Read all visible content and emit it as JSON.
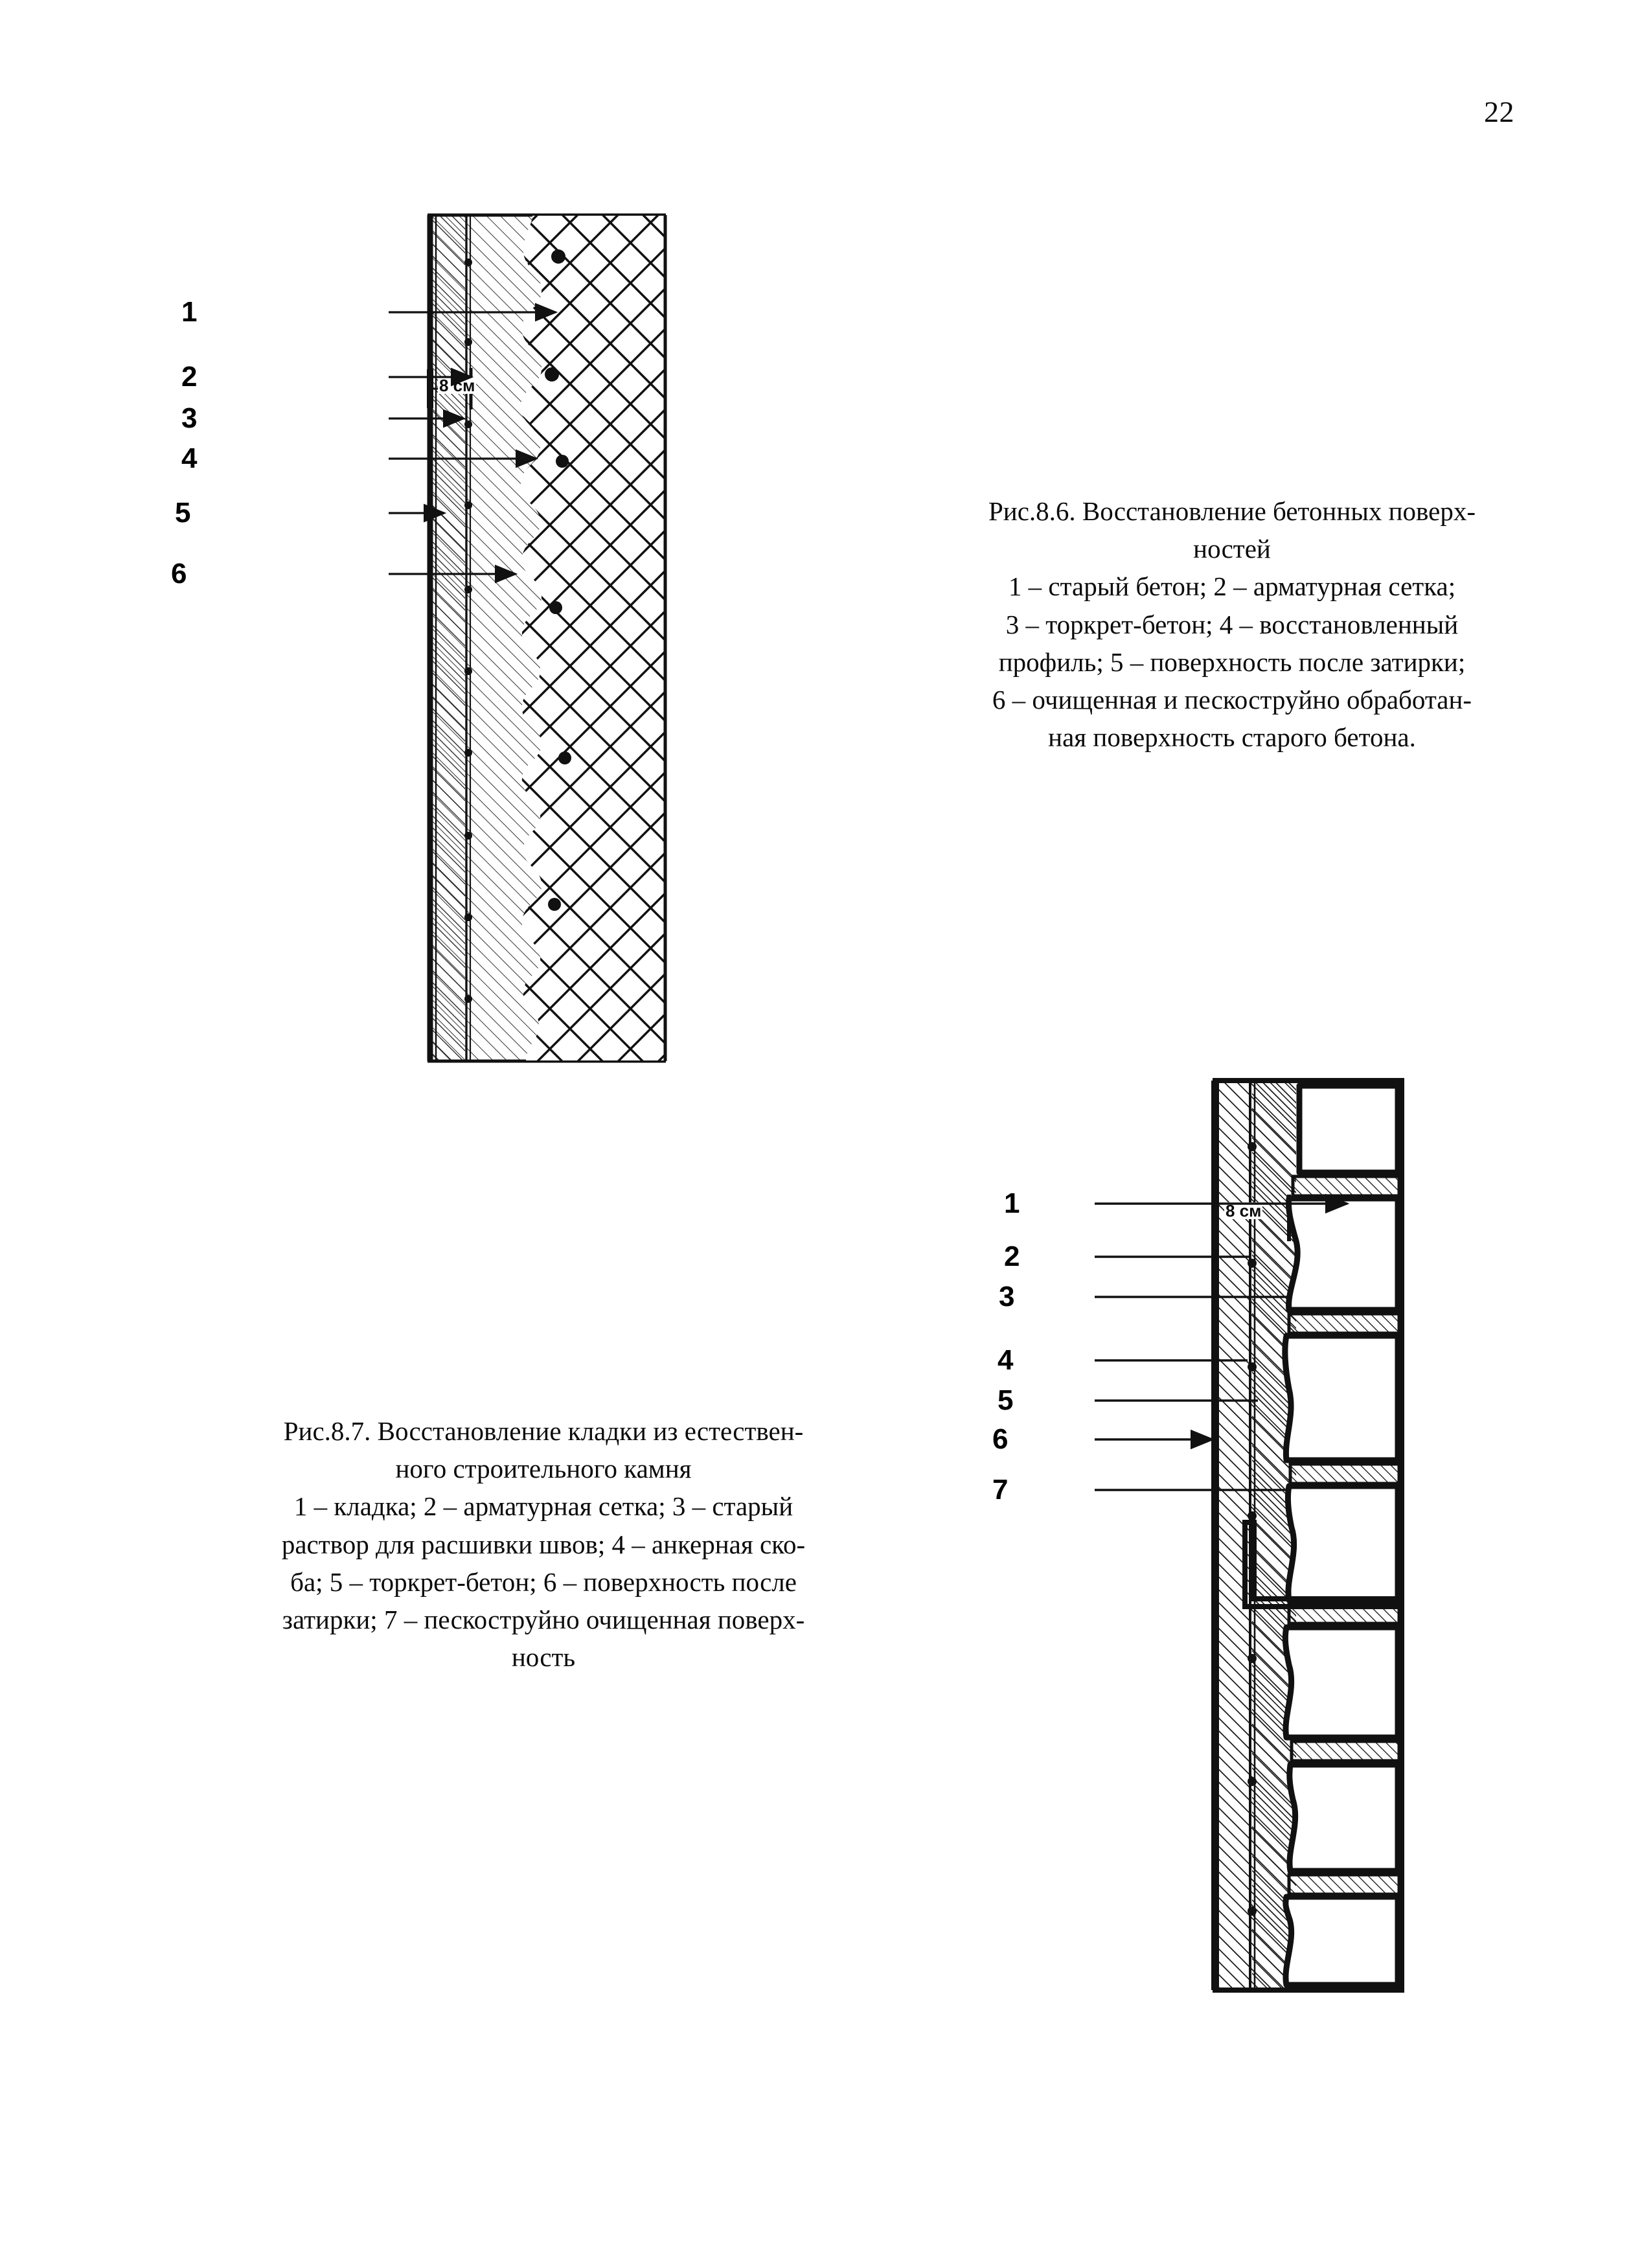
{
  "page": {
    "number": "22"
  },
  "figures": [
    {
      "id": "fig-8-6",
      "dimension_label": "8 см",
      "callouts": [
        "1",
        "2",
        "3",
        "4",
        "5",
        "6"
      ],
      "caption": {
        "title_lines": [
          "Рис.8.6. Восстановление бетонных поверх-",
          "ностей"
        ],
        "legend_lines": [
          "1 – старый бетон; 2 – арматурная сетка;",
          "3 – торкрет-бетон; 4 – восстановленный",
          "профиль; 5 – поверхность после затирки;",
          "6 – очищенная и пескоструйно обработан-",
          "ная поверхность старого бетона."
        ]
      }
    },
    {
      "id": "fig-8-7",
      "dimension_label": "8 см",
      "callouts": [
        "1",
        "2",
        "3",
        "4",
        "5",
        "6",
        "7"
      ],
      "caption": {
        "title_lines": [
          "Рис.8.7. Восстановление кладки из естествен-",
          "ного строительного камня"
        ],
        "legend_lines": [
          "1 – кладка; 2 – арматурная сетка; 3 – старый",
          "раствор для расшивки швов; 4 – анкерная ско-",
          "ба; 5 – торкрет-бетон; 6 – поверхность после",
          "затирки; 7 – пескоструйно очищенная поверх-",
          "ность"
        ]
      }
    }
  ],
  "colors": {
    "ink": "#0b0b0b",
    "paper": "#ffffff"
  }
}
